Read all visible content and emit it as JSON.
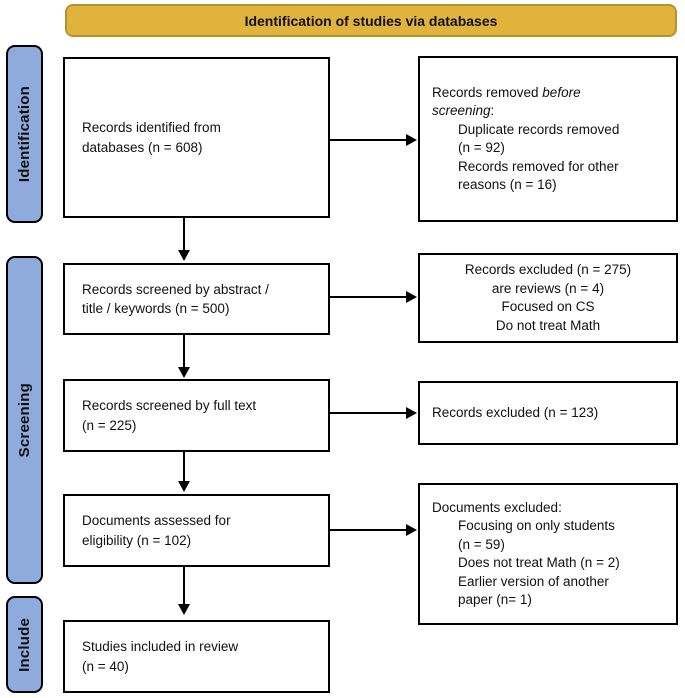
{
  "title_banner": {
    "label": "Identification of studies via databases"
  },
  "colors": {
    "banner_fill": "#E0B43C",
    "banner_border": "#B8932B",
    "stage_fill": "#8FAADC",
    "box_border": "#000000"
  },
  "stages": {
    "identification": "Identification",
    "screening": "Screening",
    "include": "Include"
  },
  "flow_boxes": {
    "identified": {
      "line1": "Records identified from",
      "line2": "databases (n = 608)"
    },
    "screened_abstract": {
      "line1": "Records screened by abstract /",
      "line2": "title / keywords (n = 500)"
    },
    "screened_fulltext": {
      "line1": "Records screened by full text",
      "line2": "(n = 225)"
    },
    "assessed": {
      "line1": "Documents assessed for",
      "line2": "eligibility (n = 102)"
    },
    "included": {
      "line1": "Studies included in review",
      "line2": "(n = 40)"
    }
  },
  "exclusion_boxes": {
    "removed_before_screening": {
      "intro_line1_plain": "Records removed ",
      "intro_line1_italic": "before",
      "intro_line2_italic": "screening",
      "intro_line2_plain": ":",
      "items": [
        "Duplicate records removed",
        "(n = 92)",
        "Records removed for other",
        "reasons (n = 16)"
      ]
    },
    "excluded_screening": {
      "lines": [
        "Records excluded (n = 275)",
        "are reviews (n = 4)",
        "Focused on CS",
        "Do not treat Math"
      ]
    },
    "excluded_fulltext": {
      "line": "Records excluded (n = 123)"
    },
    "excluded_eligibility": {
      "title": "Documents excluded:",
      "items": [
        "Focusing on only students",
        "(n = 59)",
        "Does not treat Math (n = 2)",
        "Earlier version of another",
        "paper (n= 1)"
      ]
    }
  }
}
